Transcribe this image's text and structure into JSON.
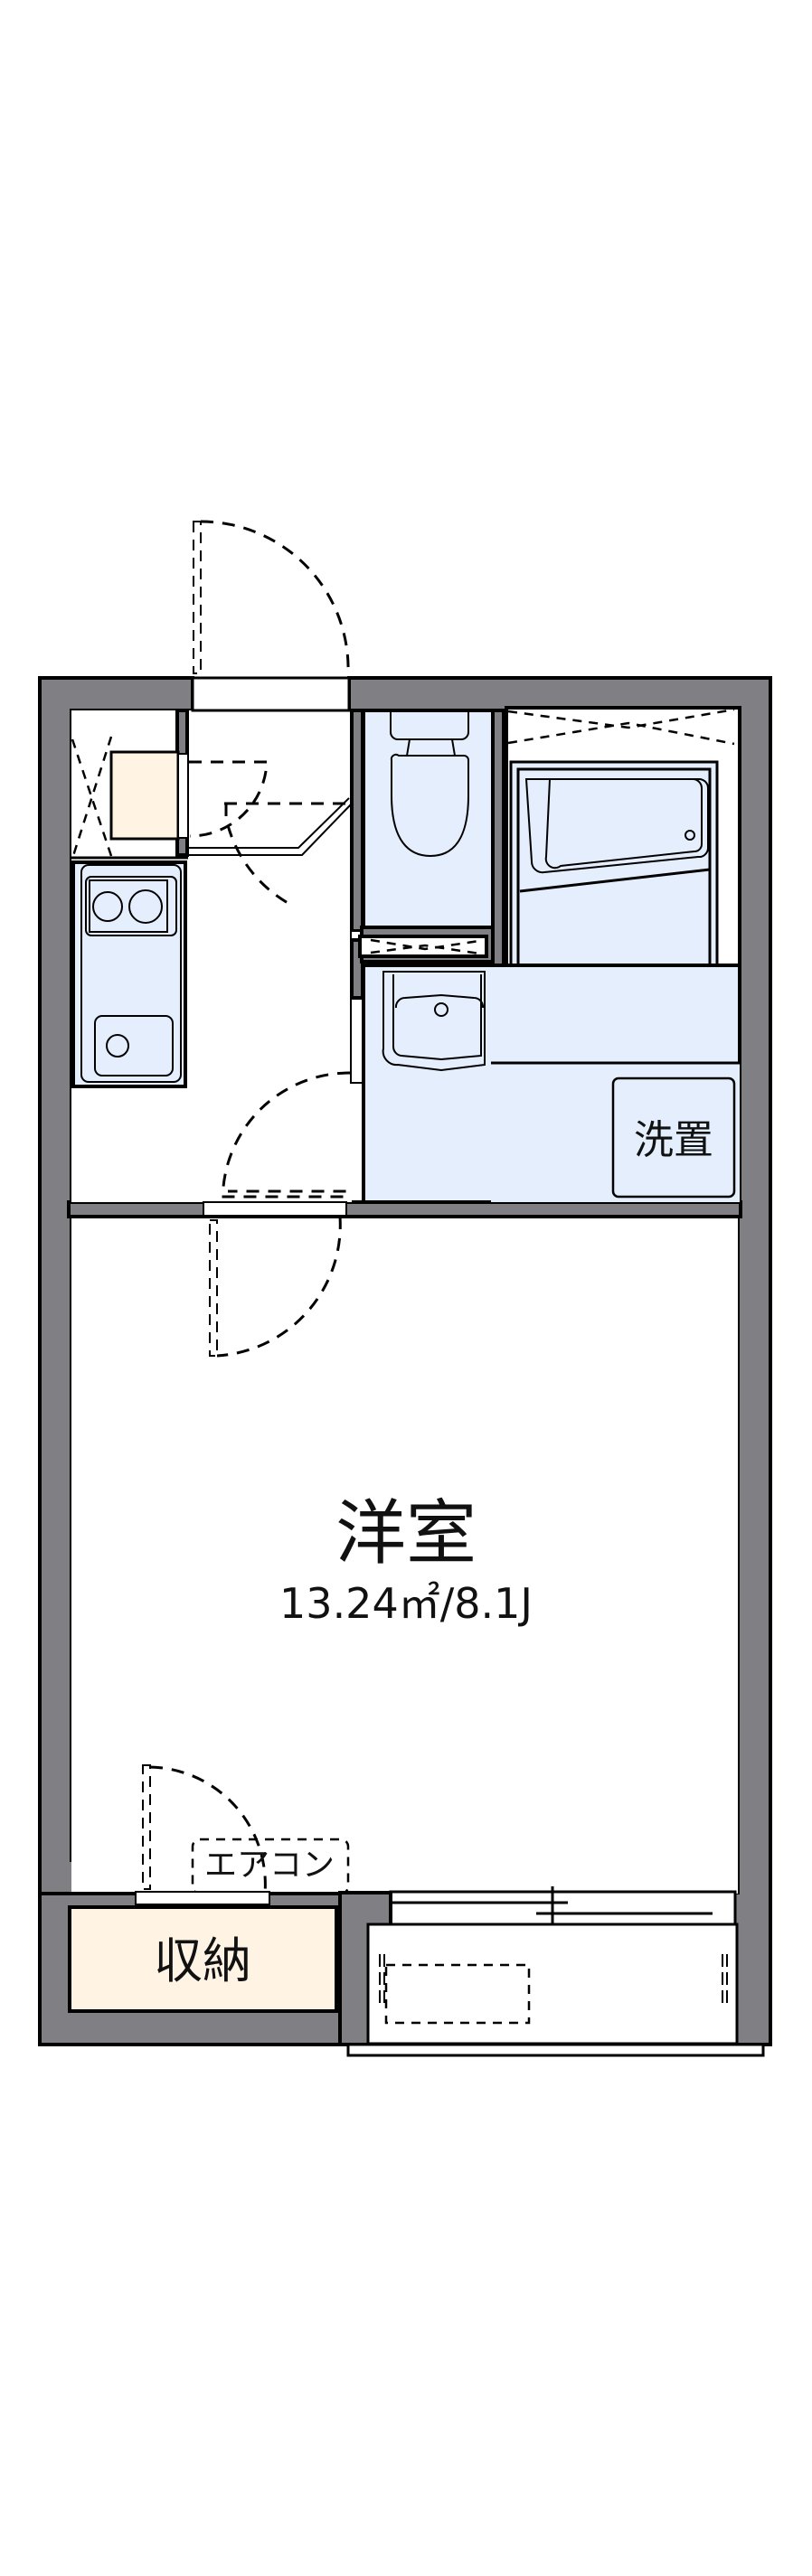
{
  "floor_plan": {
    "rooms": {
      "western_room": {
        "name": "洋室",
        "area": "13.24㎡/8.1J"
      },
      "storage": {
        "name": "収納"
      },
      "laundry": {
        "name": "洗置"
      },
      "air_conditioner": {
        "name": "エアコン"
      }
    },
    "fixtures": [
      "entrance-door",
      "shoe-closet",
      "kitchen-stove",
      "kitchen-sink",
      "toilet",
      "washbasin",
      "bathtub",
      "balcony"
    ],
    "colors": {
      "wall": "#808084",
      "wet_area": "#e5eefd",
      "storage": "#fff4e3",
      "outline": "#000000"
    }
  }
}
